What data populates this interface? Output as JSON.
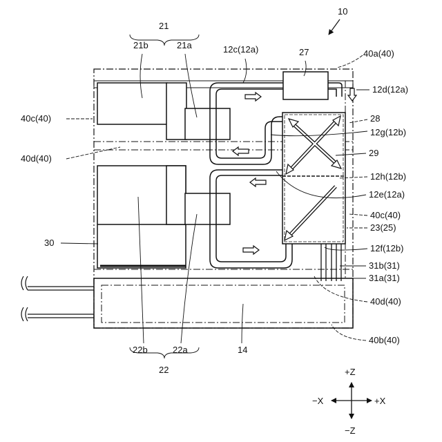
{
  "labels": {
    "fig_ref": "10",
    "unit_21": "21",
    "unit_21b": "21b",
    "unit_21a": "21a",
    "unit_22": "22",
    "unit_22b": "22b",
    "unit_22a": "22a",
    "c12c": "12c(12a)",
    "c27": "27",
    "c40a": "40a(40)",
    "c12d": "12d(12a)",
    "c28": "28",
    "c12g": "12g(12b)",
    "c29": "29",
    "c12h": "12h(12b)",
    "c12e": "12e(12a)",
    "c40c_right": "40c(40)",
    "c23": "23(25)",
    "c12f": "12f(12b)",
    "c31b": "31b(31)",
    "c31a": "31a(31)",
    "c40d_right": "40d(40)",
    "c40b": "40b(40)",
    "c40c_left": "40c(40)",
    "c40d_left": "40d(40)",
    "c30": "30",
    "c14": "14"
  },
  "axes": {
    "plus_z": "+Z",
    "minus_z": "−Z",
    "minus_x": "−X",
    "plus_x": "+X"
  }
}
